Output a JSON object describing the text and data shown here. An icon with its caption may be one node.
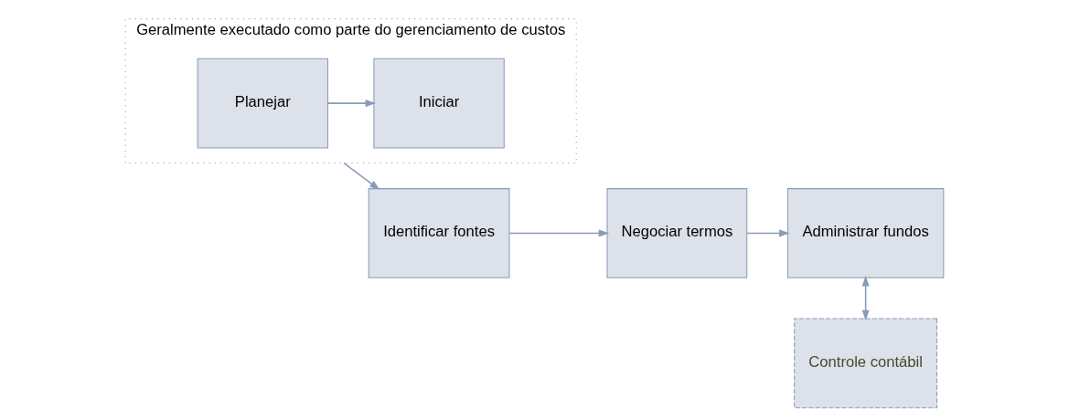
{
  "diagram": {
    "nodes": [
      {
        "text": [
          "Geralmente executado como parte do gerenciamento de custos"
        ]
      },
      {
        "text": [
          "Planejar"
        ],
        "in": 0
      },
      {
        "text": [
          "Iniciar"
        ],
        "in": 0
      },
      {
        "text": [
          "Controle contábil"
        ]
      },
      {
        "text": [
          "Identificar fontes"
        ]
      },
      {
        "text": [
          "Negociar termos"
        ]
      },
      {
        "text": [
          "Administrar fundos"
        ]
      }
    ],
    "edges": [
      {
        "from": 1,
        "to": 2,
        "arrow": "to"
      },
      {
        "from": 0,
        "to": 4,
        "arrow": "to"
      },
      {
        "from": 4,
        "to": 5,
        "arrow": "to"
      },
      {
        "from": 5,
        "to": 6,
        "arrow": "to"
      },
      {
        "from": 6,
        "to": 3,
        "arrow": "both"
      }
    ]
  }
}
